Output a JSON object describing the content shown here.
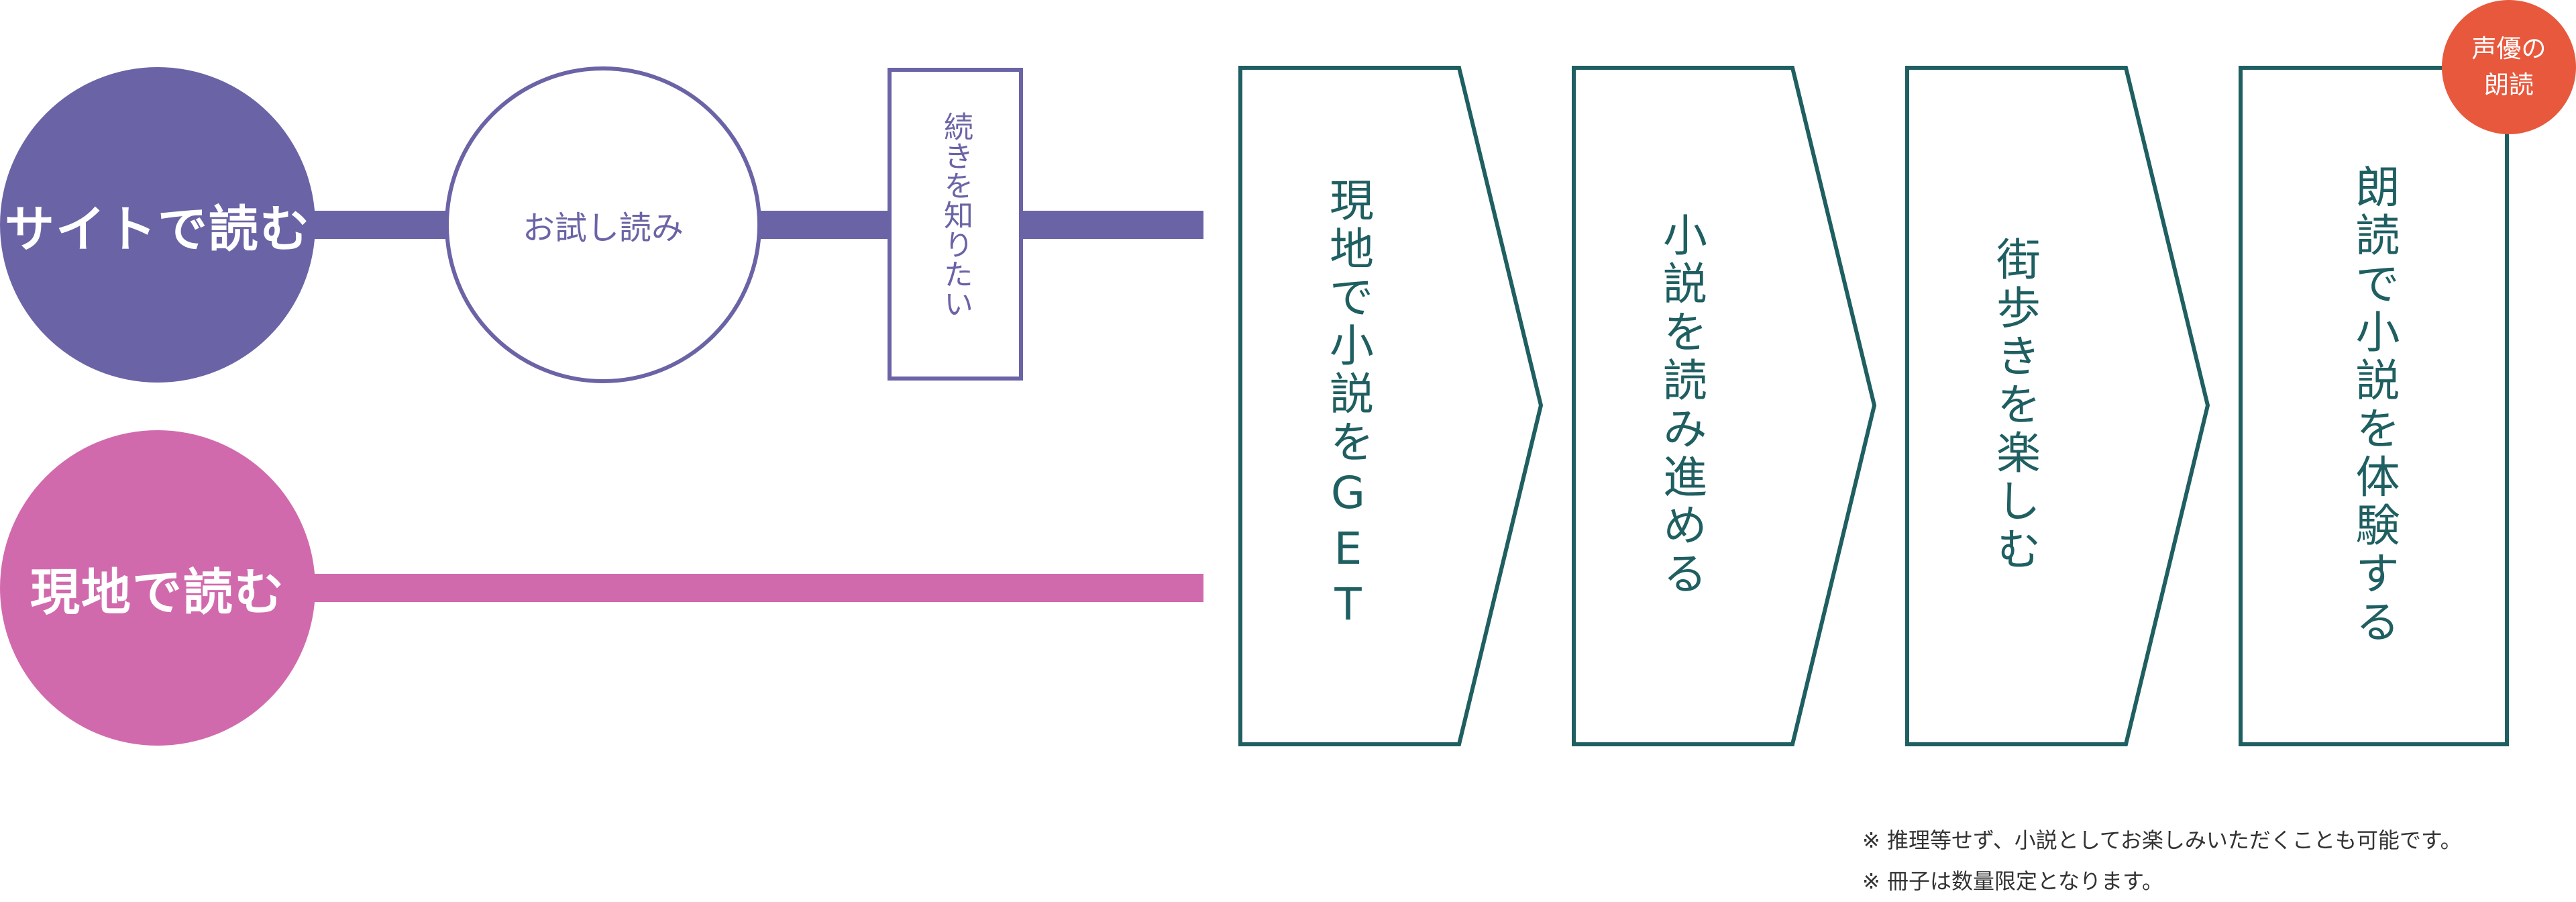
{
  "routes": {
    "site": {
      "label": "サイトで読む"
    },
    "onsite": {
      "label": "現地で読む"
    }
  },
  "trial": {
    "label": "お試し読み"
  },
  "want_more": {
    "label": "続きを知りたい"
  },
  "steps": [
    {
      "label": "現地で小説をGET"
    },
    {
      "label": "小説を読み進める"
    },
    {
      "label": "街歩きを楽しむ"
    },
    {
      "label": "朗読で小説を体験する"
    }
  ],
  "badge": {
    "line1": "声優の",
    "line2": "朗読"
  },
  "notes": [
    "※ 推理等せず、小説としてお楽しみいただくことも可能です。",
    "※ 冊子は数量限定となります。"
  ],
  "colors": {
    "purple": "#6a64a6",
    "pink": "#d16aad",
    "teal": "#1f5f61",
    "badge": "#e8583c"
  }
}
